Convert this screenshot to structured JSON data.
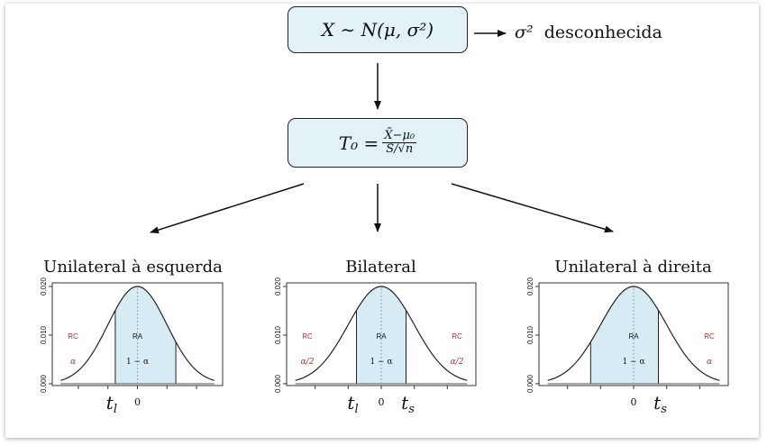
{
  "nodes": {
    "top": {
      "text": "X ∼ N(μ, σ²)"
    },
    "stat": {
      "lhs": "T₀ = ",
      "num": "X̄−μ₀",
      "den": "S/√n"
    },
    "side_note": {
      "sigma": "σ²",
      "text": "desconhecida"
    }
  },
  "panels": [
    {
      "title": "Unilateral à esquerda",
      "ra": "RA",
      "ra_prob": "1 − α",
      "left_rc": "RC",
      "left_alpha": "α",
      "right_rc": "",
      "right_alpha": "",
      "x_labels": {
        "tl": "t",
        "tl_sub": "l",
        "zero": "0",
        "ts": "",
        "ts_sub": ""
      },
      "y_ticks": [
        "0.000",
        "0.010",
        "0.020"
      ],
      "shade_from": -0.75,
      "shade_to": 1.3
    },
    {
      "title": "Bilateral",
      "ra": "RA",
      "ra_prob": "1 − α",
      "left_rc": "RC",
      "left_alpha": "α/2",
      "right_rc": "RC",
      "right_alpha": "α/2",
      "x_labels": {
        "tl": "t",
        "tl_sub": "l",
        "zero": "0",
        "ts": "t",
        "ts_sub": "s"
      },
      "y_ticks": [
        "0.000",
        "0.010",
        "0.020"
      ],
      "shade_from": -0.75,
      "shade_to": 0.75
    },
    {
      "title": "Unilateral à direita",
      "ra": "RA",
      "ra_prob": "1 − α",
      "left_rc": "",
      "left_alpha": "",
      "right_rc": "RC",
      "right_alpha": "α",
      "x_labels": {
        "tl": "",
        "tl_sub": "",
        "zero": "0",
        "ts": "t",
        "ts_sub": "s"
      },
      "y_ticks": [
        "0.000",
        "0.010",
        "0.020"
      ],
      "shade_from": -1.3,
      "shade_to": 0.75
    }
  ],
  "colors": {
    "node_fill": "#e3f2f7",
    "shade": "#d6ebf3",
    "rc_text": "#b03030"
  }
}
